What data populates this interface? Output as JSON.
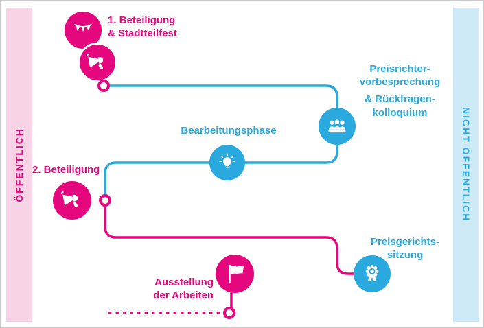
{
  "bands": {
    "left": {
      "label": "ÖFFENTLICH"
    },
    "right": {
      "label": "NICHT ÖFFENTLICH"
    }
  },
  "steps": {
    "beteiligung1": {
      "lines": [
        "1. Beteiligung",
        "& Stadtteilfest"
      ],
      "icons": [
        "bunting-icon",
        "megaphone-icon"
      ]
    },
    "preisrichter": {
      "lines": [
        "Preisrichter-",
        "vorbesprechung",
        "& Rückfragen-",
        "kolloquium"
      ],
      "icon": "jury-icon"
    },
    "bearbeitung": {
      "lines": [
        "Bearbeitungsphase"
      ],
      "icon": "lightbulb-icon"
    },
    "beteiligung2": {
      "lines": [
        "2. Beteiligung"
      ],
      "icon": "megaphone-icon"
    },
    "preisgericht": {
      "lines": [
        "Preisgerichts-",
        "sitzung"
      ],
      "icon": "award-rosette-icon"
    },
    "ausstellung": {
      "lines": [
        "Ausstellung",
        "der Arbeiten"
      ],
      "icon": "flag-icon"
    }
  },
  "colors": {
    "pink": "#e5077e",
    "blue": "#2aa9df",
    "pink_band_bg": "#f8d3e6",
    "blue_band_bg": "#cdeaf6",
    "frame_border": "#cccccc"
  }
}
